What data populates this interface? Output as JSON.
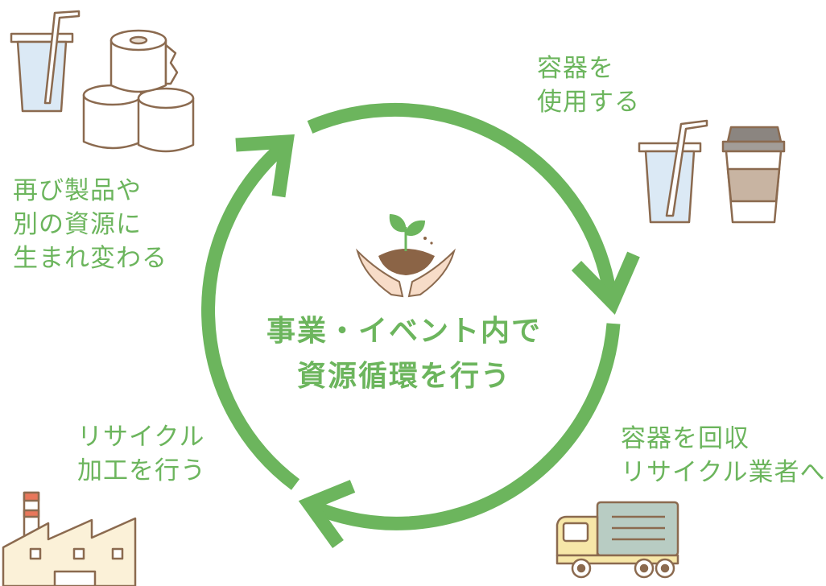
{
  "center": {
    "title_line1": "事業・イベント内で",
    "title_line2": "資源循環を行う",
    "icon": "seedling-in-hands-icon"
  },
  "steps": [
    {
      "line1": "容器を",
      "line2": "使用する",
      "icon": "cups-icon"
    },
    {
      "line1": "容器を回収",
      "line2": "リサイクル業者へ",
      "icon": "truck-icon"
    },
    {
      "line1": "リサイクル",
      "line2": "加工を行う",
      "icon": "factory-icon"
    },
    {
      "line1": "再び製品や",
      "line2": "別の資源に",
      "line3": "生まれ変わる",
      "icon": "cup-and-toilet-paper-icon"
    }
  ],
  "colors": {
    "accent_green": "#6cb55d",
    "outline_brown": "#8b6a4f",
    "cup_blue": "#dbe9f5",
    "sleeve_tan": "#c8b4a2",
    "truck_yellow": "#f7e7a8",
    "cargo_gray": "#b8ccc3",
    "factory_cream": "#fbf1d8",
    "chimney_red": "#e8775b"
  }
}
